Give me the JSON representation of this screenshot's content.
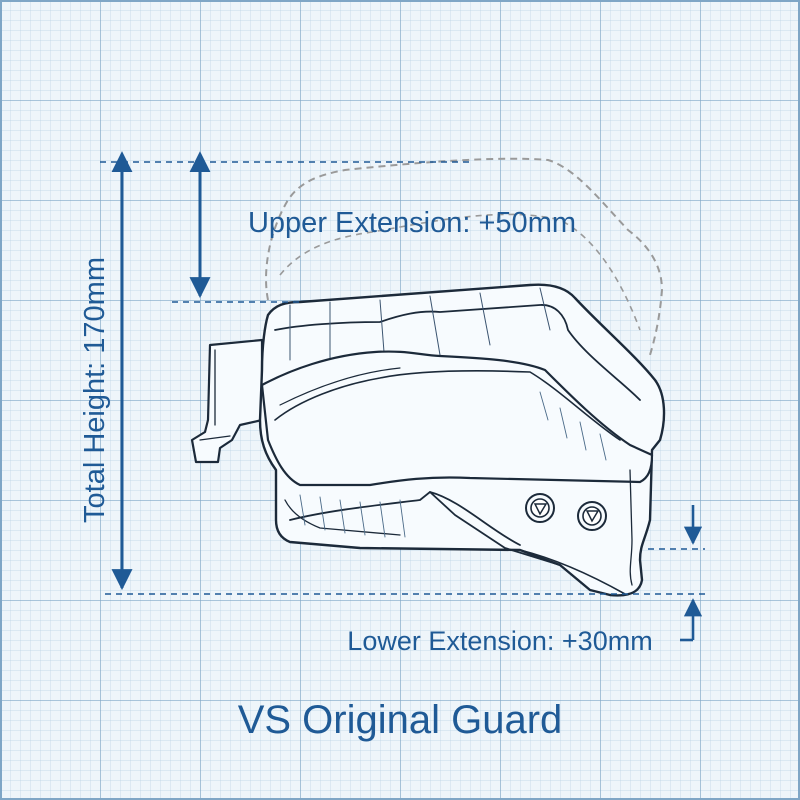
{
  "labels": {
    "total_height": "Total Height: 170mm",
    "upper_extension": "Upper Extension: +50mm",
    "lower_extension": "Lower Extension: +30mm",
    "caption": "VS Original Guard"
  },
  "colors": {
    "paper": "#eef5fa",
    "grid_minor": "#b9d1e4",
    "grid_major": "#7fa6c6",
    "ink": "#1c2a3a",
    "dimension": "#1f5a96",
    "ghost_outline": "#9a9a9a"
  },
  "icons": [
    "triangle-bolt-icon",
    "triangle-bolt-icon"
  ]
}
